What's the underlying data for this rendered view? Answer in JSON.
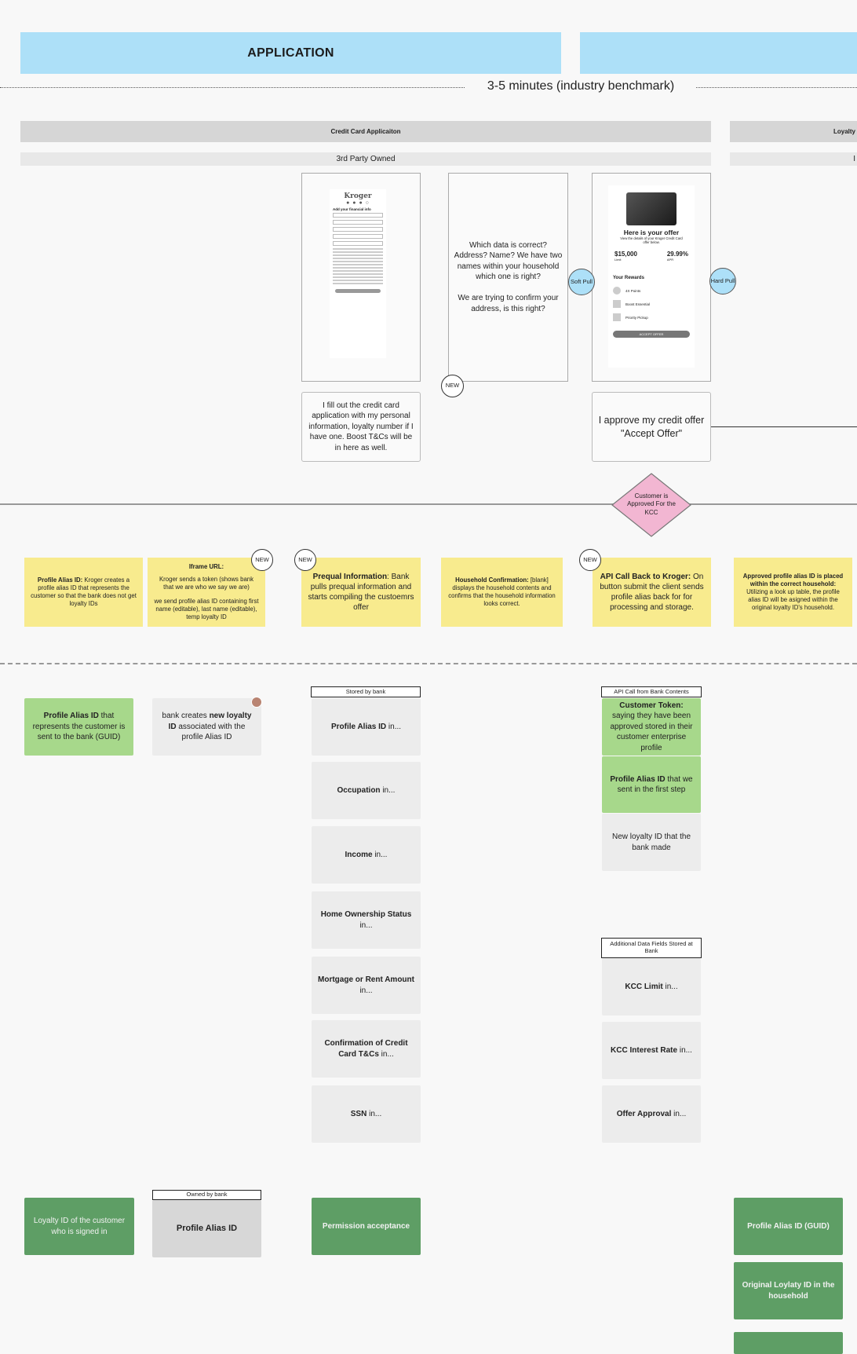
{
  "phase": {
    "title": "APPLICATION"
  },
  "benchmark": "3-5 minutes (industry benchmark)",
  "section": {
    "title": "Credit Card Applicaiton",
    "owned": "3rd Party Owned",
    "next_title": "Loyalty",
    "next_owned": "I"
  },
  "screens": {
    "app_form": {
      "brand": "Kroger",
      "heading": "Add your financial info"
    },
    "household_question": "Which data is correct? Address? Name? We have two names within your household which one is right?\n\nWe are trying to confirm your address, is this right?",
    "offer": {
      "title": "Here is your offer",
      "subtitle": "View the details of your Kroger Credit Card offer below.",
      "limit": "$15,000",
      "limit_label": "Limit",
      "apr": "29.99%",
      "apr_label": "APR",
      "rewards_title": "Your Rewards",
      "reward_1": "4X Points",
      "reward_2": "Boost Essential",
      "reward_3": "Priority Pickup",
      "button": "ACCEPT OFFER"
    }
  },
  "badges": {
    "soft": "Soft Pull",
    "hard": "Hard Pull",
    "new": "NEW"
  },
  "actions": {
    "fill_application": "I fill out the credit card application with my personal information, loyalty number if I have one. Boost T&Cs will be in here as well.",
    "approve_offer": "I approve my credit offer \"Accept Offer\""
  },
  "decision": "Customer is Approved For the KCC",
  "stickies": {
    "s1": {
      "bold": "Profile Alias ID:",
      "text": " Kroger creates a profile alias ID that represents the customer so that the bank does not get loyalty IDs"
    },
    "s2": {
      "bold": "Iframe URL:",
      "text1": "Kroger sends a token (shows bank that we are who we say we are)",
      "text2": "we send profile alias ID containing first name (editable), last name (editable), temp loyalty ID"
    },
    "s3": {
      "bold": "Prequal Information",
      "text": ": Bank pulls prequal information and starts compiling the custoemrs offer"
    },
    "s4": {
      "bold": "Household Confirmation:",
      "text": " [blank] displays the household contents and confirms that the household information looks correct."
    },
    "s5": {
      "bold": "API Call Back to Kroger:",
      "text": " On button submit the client sends profile alias back for for processing and storage."
    },
    "s6": {
      "bold": "Approved profile alias ID is placed within the correct household:",
      "text": " Utilizing a look up table, the profile alias ID will be asigned within the original loyalty ID's household."
    }
  },
  "data_cards": {
    "profile_alias_sent": {
      "bold": "Profile Alias ID",
      "text": " that represents the customer is sent to the bank (GUID)"
    },
    "bank_creates": {
      "pre": "bank creates ",
      "bold": "new loyalty ID",
      "post": " associated with the profile Alias ID"
    },
    "stored_by_bank": "Stored by bank",
    "stored_items": [
      {
        "bold": "Profile Alias ID",
        "text": " in..."
      },
      {
        "bold": "Occupation",
        "text": " in..."
      },
      {
        "bold": "Income",
        "text": " in..."
      },
      {
        "bold": "Home Ownership Status",
        "text": " in..."
      },
      {
        "bold": "Mortgage or Rent Amount",
        "text": " in..."
      },
      {
        "bold": "Confirmation of Credit Card T&Cs",
        "text": " in..."
      },
      {
        "bold": "SSN",
        "text": " in..."
      }
    ],
    "api_call_tag": "API Call from Bank Contents",
    "customer_token": {
      "bold": "Customer Token:",
      "text": " saying they have been approved stored in their customer enterprise profile"
    },
    "profile_alias_step": {
      "bold": "Profile Alias ID",
      "text": " that we sent in the first step"
    },
    "new_loyalty": "New loyalty ID that the bank made",
    "additional_tag": "Additional Data Fields Stored at Bank",
    "additional_items": [
      {
        "bold": "KCC Limit",
        "text": " in..."
      },
      {
        "bold": "KCC Interest Rate",
        "text": " in..."
      },
      {
        "bold": "Offer Approval",
        "text": " in..."
      }
    ]
  },
  "bottom": {
    "loyalty_signed": "Loyalty ID of the customer who is signed in",
    "owned_by_bank": "Owned by bank",
    "profile_alias": "Profile Alias ID",
    "permission": "Permission acceptance",
    "profile_guid": "Profile Alias ID (GUID)",
    "original_loyalty": "Original Loylaty ID in the household"
  },
  "colors": {
    "phase": "#ade0f8",
    "sticky": "#f8eb8e",
    "green": "#a7d88b",
    "dark_green": "#5e9e65",
    "diamond": "#f2b6d2"
  }
}
